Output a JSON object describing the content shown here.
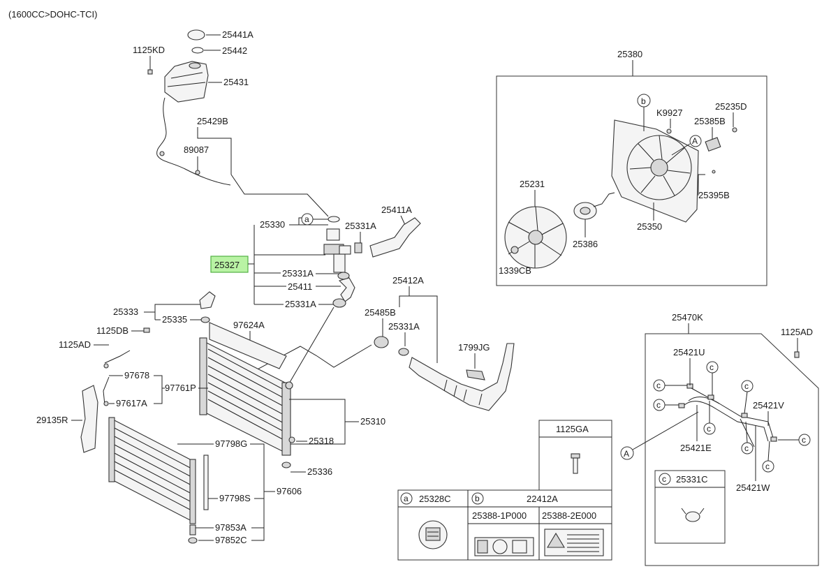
{
  "header": {
    "engine": "(1600CC>DOHC-TCI)"
  },
  "callouts": {
    "a": "a",
    "b": "b",
    "c": "c",
    "A": "A"
  },
  "parts": {
    "p25441A": "25441A",
    "p25442": "25442",
    "p1125KD": "1125KD",
    "p25431": "25431",
    "p25429B": "25429B",
    "p89087": "89087",
    "p25330": "25330",
    "p25331A_1": "25331A",
    "p25411A": "25411A",
    "p25327": "25327",
    "p25331A_2": "25331A",
    "p25411": "25411",
    "p25331A_3": "25331A",
    "p25412A": "25412A",
    "p25485B": "25485B",
    "p25331A_4": "25331A",
    "p1799JG": "1799JG",
    "p25333": "25333",
    "p25335": "25335",
    "p1125DB": "1125DB",
    "p97624A": "97624A",
    "p1125AD_1": "1125AD",
    "p97678": "97678",
    "p97761P": "97761P",
    "p97617A": "97617A",
    "p29135R": "29135R",
    "p25310": "25310",
    "p25318": "25318",
    "p97798G": "97798G",
    "p25336": "25336",
    "p97798S": "97798S",
    "p97606": "97606",
    "p97853A": "97853A",
    "p97852C": "97852C",
    "p25380": "25380",
    "pK9927": "K9927",
    "p25235D": "25235D",
    "p25385B": "25385B",
    "p25231": "25231",
    "p25395B": "25395B",
    "p25350": "25350",
    "p25386": "25386",
    "p1339CB": "1339CB",
    "p25470K": "25470K",
    "p1125AD_2": "1125AD",
    "p25421U": "25421U",
    "p25421V": "25421V",
    "p25421E": "25421E",
    "p25421W": "25421W",
    "p1125GA": "1125GA",
    "p25328C": "25328C",
    "p22412A": "22412A",
    "p25388_1P000": "25388-1P000",
    "p25388_2E000": "25388-2E000",
    "p25331C": "25331C"
  },
  "colors": {
    "highlight_fill": "#b9f3a4",
    "highlight_stroke": "#52b043"
  }
}
